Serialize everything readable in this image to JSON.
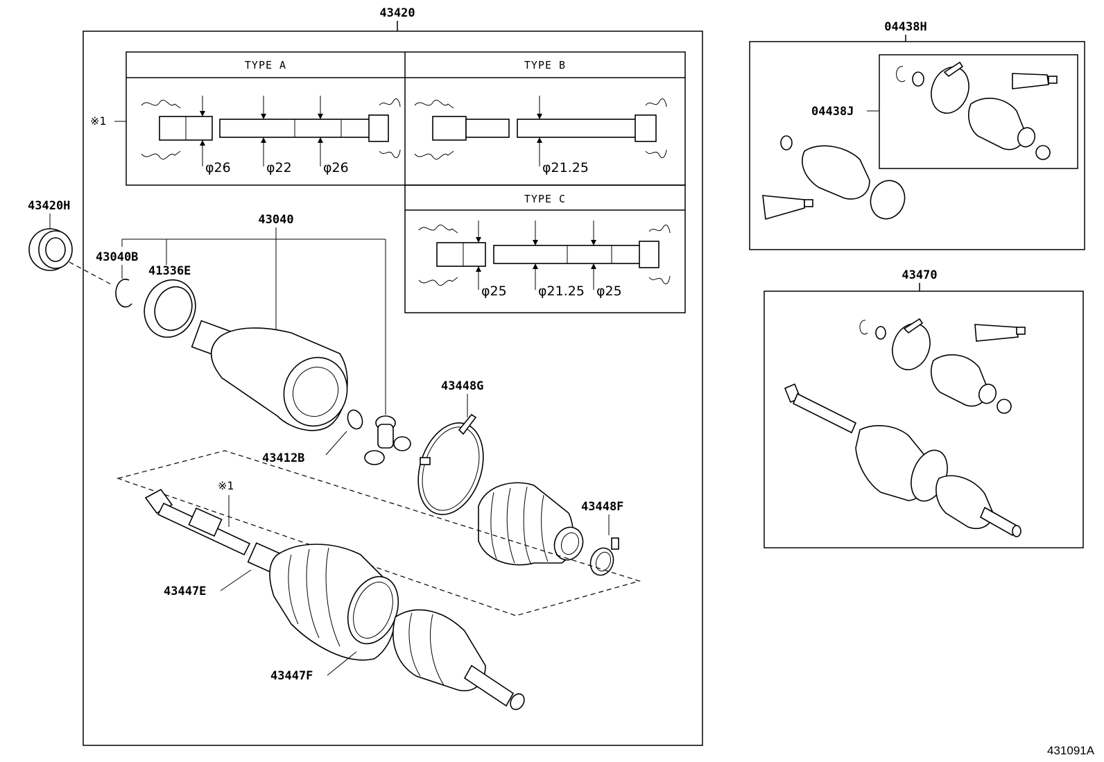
{
  "labels": {
    "assembly": "43420",
    "bearing": "43420H",
    "inner_joint": "43040",
    "snap_ring": "43040B",
    "seal": "41336E",
    "ring_43412": "43412B",
    "band_g": "43448G",
    "band_f": "43448F",
    "clamp_e": "43447E",
    "clamp_f": "43447F",
    "kit": "04438H",
    "kit_sub": "04438J",
    "outer_assy": "43470",
    "note": "※1",
    "note2": "※1",
    "ref_code": "431091A"
  },
  "shaft_types": {
    "type_a": {
      "title": "TYPE A",
      "dims": [
        "φ26",
        "φ22",
        "φ26"
      ]
    },
    "type_b": {
      "title": "TYPE B",
      "dims": [
        "φ21.25"
      ]
    },
    "type_c": {
      "title": "TYPE C",
      "dims": [
        "φ25",
        "φ21.25",
        "φ25"
      ]
    }
  }
}
